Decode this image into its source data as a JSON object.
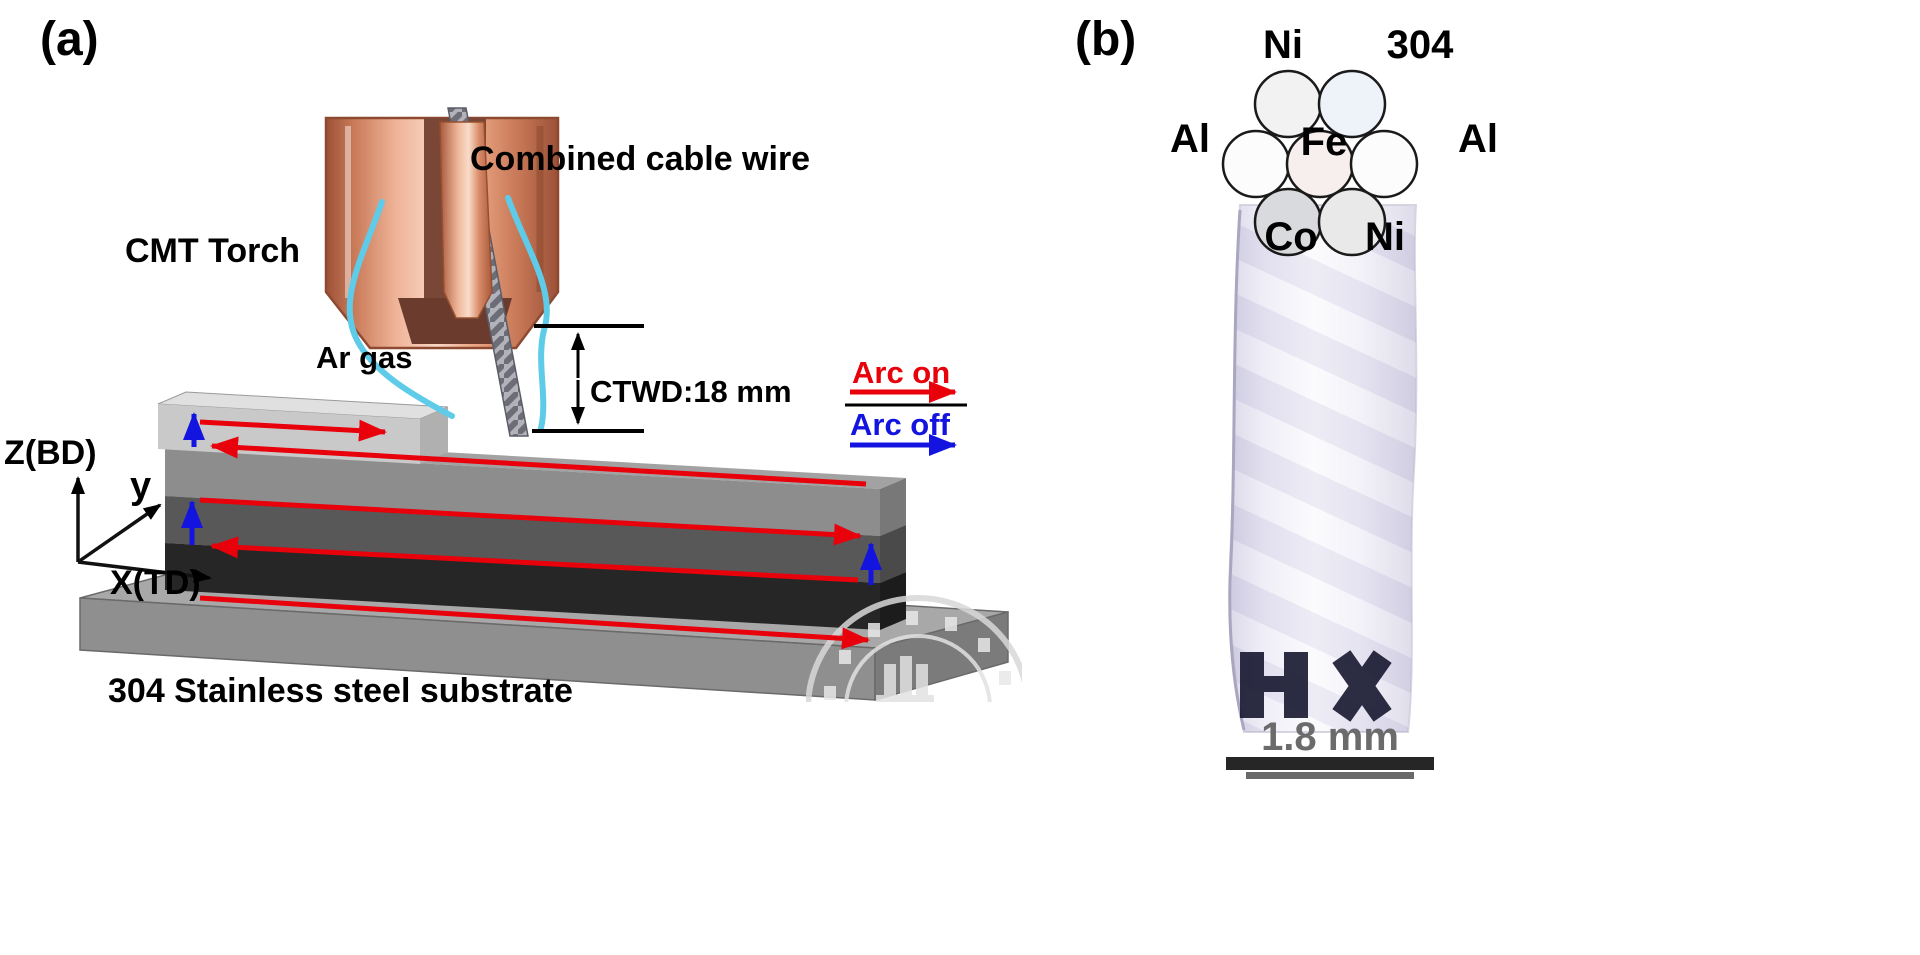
{
  "figure": {
    "panel_a": {
      "label": "(a)",
      "wire_label": "Combined cable wire",
      "torch_label": "CMT Torch",
      "gas_label": "Ar gas",
      "ctwd_label": "CTWD:18 mm",
      "legend": {
        "arc_on": "Arc on",
        "arc_off": "Arc off"
      },
      "axes": {
        "z": "Z(BD)",
        "y": "y",
        "x": "X(TD)"
      },
      "substrate_label": "304 Stainless steel substrate",
      "colors": {
        "arc_on": "#e8000b",
        "arc_off": "#1414e0",
        "gas": "#5ecbe9",
        "torch_body": "#efb398",
        "substrate_gray": "#8f8f8f"
      }
    },
    "panel_b": {
      "label": "(b)",
      "cross_section": {
        "top_left": "Ni",
        "top_right": "304",
        "mid_left": "Al",
        "mid_center": "Fe",
        "mid_right": "Al",
        "bottom_left": "Co",
        "bottom_right": "Ni"
      },
      "scale_label": "1.8 mm"
    }
  }
}
